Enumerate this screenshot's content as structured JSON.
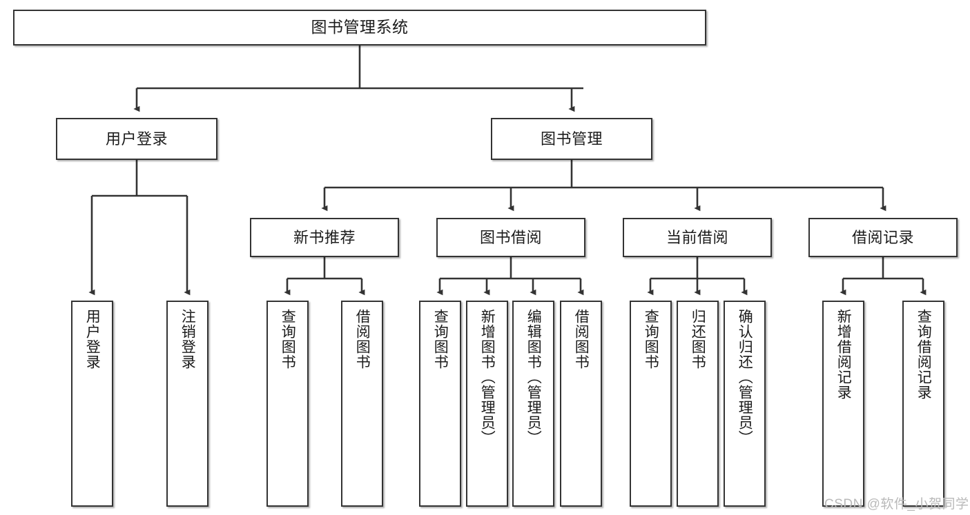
{
  "diagram": {
    "type": "tree-hierarchy-chart",
    "title": "图书管理系统",
    "theme": {
      "background": "#ffffff",
      "box_border": "#333333",
      "box_fill": "#ffffff",
      "connector": "#333333",
      "text": "#1b1b1b",
      "watermark": "#b9b9b9"
    },
    "nodes": {
      "root": {
        "label": "图书管理系统"
      },
      "level2": [
        {
          "label": "用户登录"
        },
        {
          "label": "图书管理"
        }
      ],
      "level3": [
        {
          "label": "新书推荐"
        },
        {
          "label": "图书借阅"
        },
        {
          "label": "当前借阅"
        },
        {
          "label": "借阅记录"
        }
      ],
      "leaves": {
        "user_login": [
          {
            "label": "用户登录"
          },
          {
            "label": "注销登录"
          }
        ],
        "new_book_recommend": [
          {
            "label": "查询图书"
          },
          {
            "label": "借阅图书"
          }
        ],
        "book_borrow": [
          {
            "label": "查询图书"
          },
          {
            "label": "新增图书（管理员）"
          },
          {
            "label": "编辑图书（管理员）"
          },
          {
            "label": "借阅图书"
          }
        ],
        "current_borrow": [
          {
            "label": "查询图书"
          },
          {
            "label": "归还图书"
          },
          {
            "label": "确认归还（管理员）"
          }
        ],
        "borrow_record": [
          {
            "label": "新增借阅记录"
          },
          {
            "label": "查询借阅记录"
          }
        ]
      }
    },
    "watermark": {
      "text": "CSDN @软件_小贺同学"
    }
  }
}
